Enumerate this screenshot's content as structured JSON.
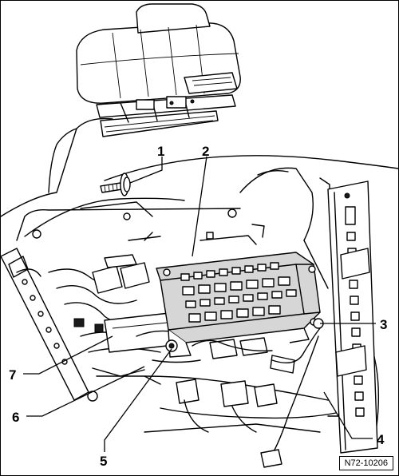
{
  "diagram": {
    "reference_code": "N72-10206",
    "callouts": [
      {
        "id": "callout-1",
        "label": "1"
      },
      {
        "id": "callout-2",
        "label": "2"
      },
      {
        "id": "callout-3",
        "label": "3"
      },
      {
        "id": "callout-4",
        "label": "4"
      },
      {
        "id": "callout-5",
        "label": "5"
      },
      {
        "id": "callout-6",
        "label": "6"
      },
      {
        "id": "callout-7",
        "label": "7"
      }
    ],
    "colors": {
      "line": "#000000",
      "background": "#ffffff",
      "control_unit_fill": "#d6d6d6"
    }
  }
}
